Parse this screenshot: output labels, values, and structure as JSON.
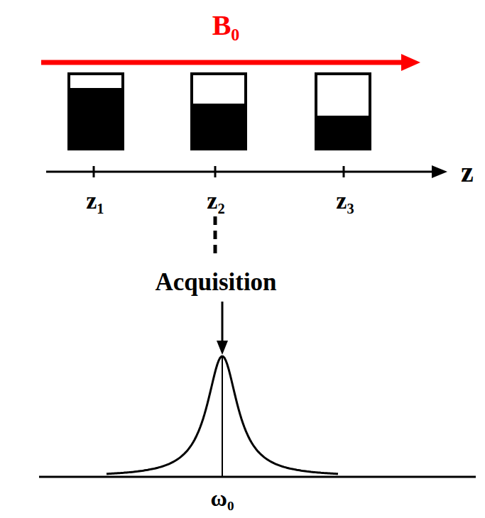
{
  "diagram": {
    "labels": [
      "B₀",
      "z",
      "z₁",
      "z₂",
      "z₃",
      "Acquisition",
      "ω₀"
    ]
  }
}
